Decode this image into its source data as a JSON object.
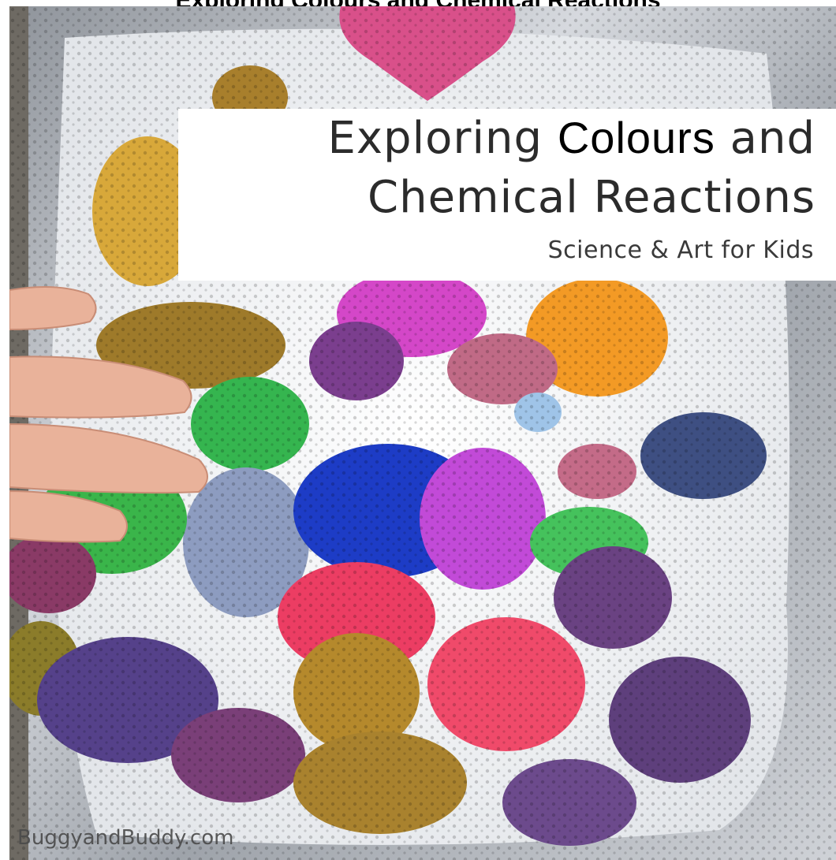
{
  "header_snippet": "Exploring Colours and Chemical Reactions",
  "title": {
    "line1_prefix": "Exploring",
    "line1_emphasis": "Colours",
    "line1_suffix": "and",
    "line2": "Chemical Reactions"
  },
  "subtitle": "Science & Art for Kids",
  "watermark": "BuggyandBuddy.com",
  "colors": {
    "tray": "#b9bcc2",
    "baking_soda": "#f3f4f6",
    "pink": "#e8336e",
    "magenta": "#d94ad0",
    "blue": "#1f3fc9",
    "green": "#3fc35a",
    "orange": "#f59a22",
    "purple": "#5a3f86",
    "ochre": "#b58d2e"
  }
}
